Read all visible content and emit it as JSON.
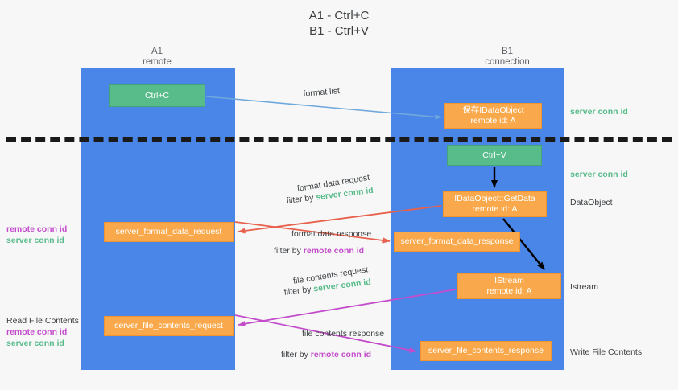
{
  "title": {
    "line1": "A1 - Ctrl+C",
    "line2": "B1 - Ctrl+V"
  },
  "lanes": [
    {
      "name": "A1",
      "role": "remote"
    },
    {
      "name": "B1",
      "role": "connection"
    }
  ],
  "colors": {
    "lane": "#4a86e8",
    "green_box": "#57bb8a",
    "orange_box": "#f9a94b",
    "server_conn_id": "#57bb8a",
    "remote_conn_id": "#c34ccb",
    "arrow_format_list": "#6fa8dc",
    "arrow_format_data": "#e8614d",
    "arrow_file_contents": "#c34ccb",
    "arrow_internal": "#000000",
    "divider": "#1a1a1a"
  },
  "boxes": {
    "ctrl_c": {
      "line1": "Ctrl+C"
    },
    "ctrl_v": {
      "line1": "Ctrl+V"
    },
    "idataobject": {
      "line1": "保存IDataObject",
      "line2": "remote id: A"
    },
    "getdata": {
      "line1": "IDataObject::GetData",
      "line2": "remote id: A"
    },
    "istream": {
      "line1": "IStream",
      "line2": "remote id: A"
    },
    "format_data_request": {
      "line1": "server_format_data_request"
    },
    "format_data_response": {
      "line1": "server_format_data_response"
    },
    "file_contents_request": {
      "line1": "server_file_contents_request"
    },
    "file_contents_response": {
      "line1": "server_file_contents_response"
    }
  },
  "arrow_labels": {
    "format_list": "format list",
    "format_data_request": "format data request",
    "format_data_request_filter_prefix": "filter by ",
    "format_data_request_filter_value": "server conn id",
    "format_data_response": "format data response",
    "format_data_response_filter_prefix": "filter by ",
    "format_data_response_filter_value": "remote conn id",
    "file_contents_request": "file contents request",
    "file_contents_request_filter_prefix": "filter by ",
    "file_contents_request_filter_value": "server conn id",
    "file_contents_response": "file contents response",
    "file_contents_response_filter_prefix": "filter by ",
    "file_contents_response_filter_value": "remote conn id"
  },
  "annotations": {
    "left_format": {
      "remote": "remote conn id",
      "server": "server conn id"
    },
    "left_file": {
      "heading": "Read File Contents",
      "remote": "remote conn id",
      "server": "server conn id"
    },
    "right": {
      "server_conn_id_top": "server conn id",
      "server_conn_id_mid": "server conn id",
      "dataobject": "DataObject",
      "istream": "Istream",
      "write_file_contents": "Write File Contents"
    }
  }
}
